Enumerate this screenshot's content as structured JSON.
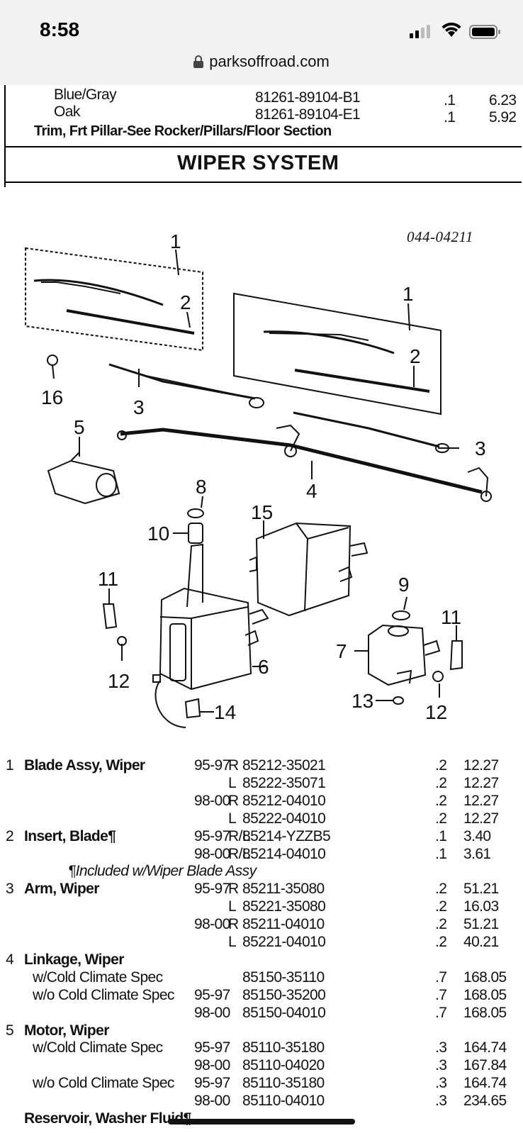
{
  "status_bar": {
    "time": "8:58"
  },
  "browser": {
    "domain": "parksoffroad.com",
    "lock_icon": "lock-icon"
  },
  "top_rows": [
    {
      "name": "Blue/Gray",
      "part": "81261-89104-B1",
      "qty": ".1",
      "price": "6.23"
    },
    {
      "name": "Oak",
      "part": "81261-89104-E1",
      "qty": ".1",
      "price": "5.92"
    }
  ],
  "trim_note": "Trim, Frt Pillar-See Rocker/Pillars/Floor Section",
  "section_title": "WIPER SYSTEM",
  "diagram": {
    "code": "044-04211",
    "callouts": [
      "1",
      "2",
      "1",
      "2",
      "16",
      "3",
      "3",
      "5",
      "4",
      "8",
      "15",
      "10",
      "11",
      "9",
      "11",
      "7",
      "6",
      "12",
      "13",
      "12",
      "14"
    ]
  },
  "parts": [
    {
      "num": "1",
      "name": "Blade Assy, Wiper",
      "year": "95-97",
      "side": "R",
      "part": "85212-35021",
      "qty": ".2",
      "price": "12.27"
    },
    {
      "num": "",
      "name": "",
      "year": "",
      "side": "L",
      "part": "85222-35071",
      "qty": ".2",
      "price": "12.27"
    },
    {
      "num": "",
      "name": "",
      "year": "98-00",
      "side": "R",
      "part": "85212-04010",
      "qty": ".2",
      "price": "12.27"
    },
    {
      "num": "",
      "name": "",
      "year": "",
      "side": "L",
      "part": "85222-04010",
      "qty": ".2",
      "price": "12.27"
    },
    {
      "num": "2",
      "name": "Insert, Blade¶",
      "year": "95-97",
      "side": "R/L",
      "part": "85214-YZZB5",
      "qty": ".1",
      "price": "3.40"
    },
    {
      "num": "",
      "name": "",
      "year": "98-00",
      "side": "R/L",
      "part": "85214-04010",
      "qty": ".1",
      "price": "3.61"
    },
    {
      "num": "",
      "name": "",
      "year": "",
      "side": "",
      "part": "",
      "qty": "",
      "price": "",
      "note": "¶Included w/Wiper Blade Assy"
    },
    {
      "num": "3",
      "name": "Arm, Wiper",
      "year": "95-97",
      "side": "R",
      "part": "85211-35080",
      "qty": ".2",
      "price": "51.21"
    },
    {
      "num": "",
      "name": "",
      "year": "",
      "side": "L",
      "part": "85221-35080",
      "qty": ".2",
      "price": "16.03"
    },
    {
      "num": "",
      "name": "",
      "year": "98-00",
      "side": "R",
      "part": "85211-04010",
      "qty": ".2",
      "price": "51.21"
    },
    {
      "num": "",
      "name": "",
      "year": "",
      "side": "L",
      "part": "85221-04010",
      "qty": ".2",
      "price": "40.21"
    },
    {
      "num": "4",
      "name": "Linkage, Wiper",
      "year": "",
      "side": "",
      "part": "",
      "qty": "",
      "price": ""
    },
    {
      "num": "",
      "name": "w/Cold Climate Spec",
      "year": "",
      "side": "",
      "part": "85150-35110",
      "qty": ".7",
      "price": "168.05",
      "sub": true
    },
    {
      "num": "",
      "name": "w/o Cold Climate Spec",
      "year": "95-97",
      "side": "",
      "part": "85150-35200",
      "qty": ".7",
      "price": "168.05",
      "sub": true
    },
    {
      "num": "",
      "name": "",
      "year": "98-00",
      "side": "",
      "part": "85150-04010",
      "qty": ".7",
      "price": "168.05"
    },
    {
      "num": "5",
      "name": "Motor, Wiper",
      "year": "",
      "side": "",
      "part": "",
      "qty": "",
      "price": ""
    },
    {
      "num": "",
      "name": "w/Cold Climate Spec",
      "year": "95-97",
      "side": "",
      "part": "85110-35180",
      "qty": ".3",
      "price": "164.74",
      "sub": true
    },
    {
      "num": "",
      "name": "",
      "year": "98-00",
      "side": "",
      "part": "85110-04020",
      "qty": ".3",
      "price": "167.84"
    },
    {
      "num": "",
      "name": "w/o Cold Climate Spec",
      "year": "95-97",
      "side": "",
      "part": "85110-35180",
      "qty": ".3",
      "price": "164.74",
      "sub": true
    },
    {
      "num": "",
      "name": "",
      "year": "98-00",
      "side": "",
      "part": "85110-04010",
      "qty": ".3",
      "price": "234.65"
    },
    {
      "num": "",
      "name": "Reservoir, Washer Fluid¶",
      "year": "",
      "side": "",
      "part": "",
      "qty": "",
      "price": ""
    }
  ]
}
